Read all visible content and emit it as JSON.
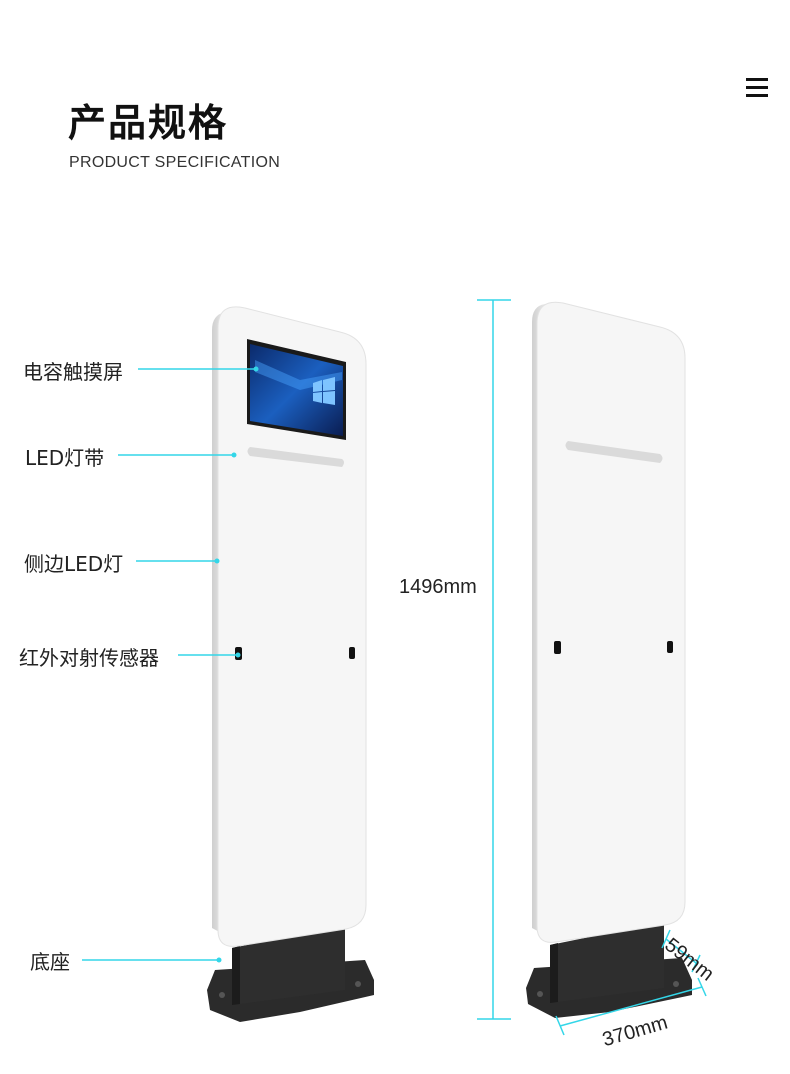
{
  "header": {
    "title": "产品规格",
    "subtitle": "PRODUCT SPECIFICATION",
    "menu_icon": "hamburger-menu-icon"
  },
  "callouts": [
    {
      "id": "touchscreen",
      "label": "电容触摸屏"
    },
    {
      "id": "led-strip",
      "label": "LED灯带"
    },
    {
      "id": "side-led",
      "label": "侧边LED灯"
    },
    {
      "id": "ir-sensor",
      "label": "红外对射传感器"
    },
    {
      "id": "base",
      "label": "底座"
    }
  ],
  "dimensions": {
    "height": "1496mm",
    "depth": "59mm",
    "width": "370mm"
  },
  "colors": {
    "callout_line": "#33d6e8",
    "panel": "#f4f4f4",
    "base": "#2b2b2b"
  }
}
